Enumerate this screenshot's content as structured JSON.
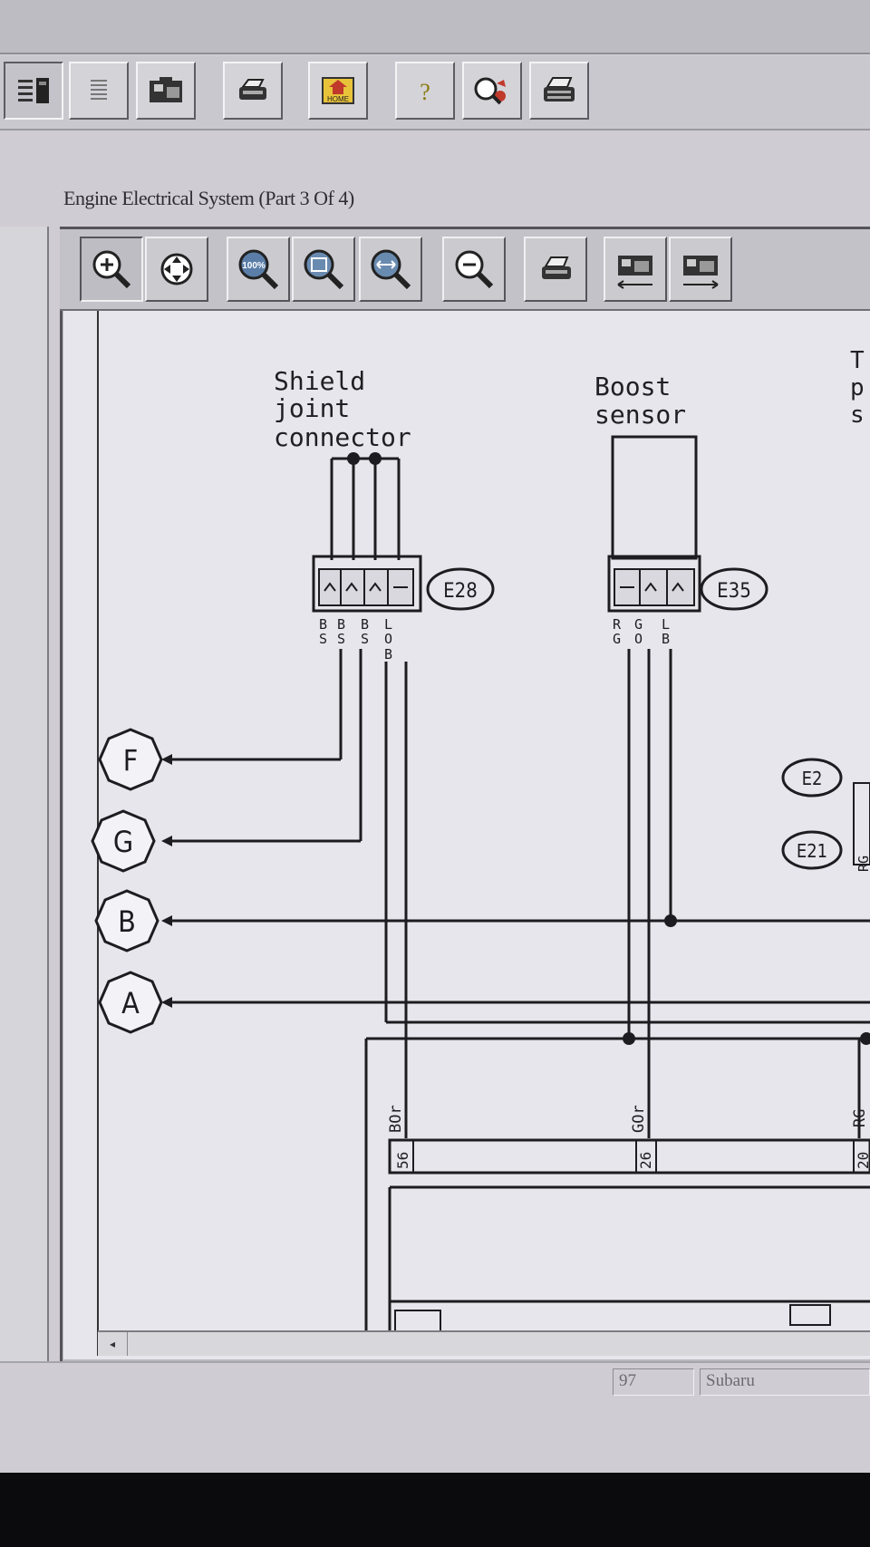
{
  "document": {
    "title": "Engine Electrical System (Part 3 Of 4)"
  },
  "main_toolbar": {
    "buttons": [
      {
        "name": "contents-icon"
      },
      {
        "name": "text-icon"
      },
      {
        "name": "diagram-icon"
      },
      {
        "name": "print-icon"
      },
      {
        "name": "home-icon",
        "label": "HOME"
      },
      {
        "name": "help-icon",
        "label": "?"
      },
      {
        "name": "search-icon"
      },
      {
        "name": "fax-icon"
      }
    ]
  },
  "viewer_toolbar": {
    "buttons": [
      {
        "name": "zoom-in-icon"
      },
      {
        "name": "pan-icon"
      },
      {
        "name": "zoom-100-icon",
        "label": "100%"
      },
      {
        "name": "zoom-fit-icon"
      },
      {
        "name": "zoom-width-icon"
      },
      {
        "name": "zoom-out-icon"
      },
      {
        "name": "print-icon"
      },
      {
        "name": "prev-diagram-icon"
      },
      {
        "name": "next-diagram-icon"
      }
    ]
  },
  "diagram": {
    "components": {
      "shield": [
        "Shield",
        "joint",
        "connector"
      ],
      "boost": [
        "Boost",
        "sensor"
      ],
      "third": [
        "T",
        "p",
        "s"
      ]
    },
    "connectors": {
      "e28": "E28",
      "e35": "E35",
      "e2": "E2",
      "e21": "E21"
    },
    "markers": [
      "F",
      "G",
      "B",
      "A"
    ],
    "wire_codes": {
      "e28_pins": [
        "B",
        "S",
        "B",
        "S",
        "B",
        "S",
        "L",
        "O",
        "B"
      ],
      "e35_pins": [
        "R",
        "G",
        "G",
        "O",
        "L",
        "B"
      ],
      "bottom": [
        "BOr",
        "GOr",
        "RG"
      ],
      "right": [
        "RG"
      ]
    },
    "pins": [
      "56",
      "26",
      "20"
    ]
  },
  "status": {
    "page": "97",
    "make": "Subaru"
  }
}
